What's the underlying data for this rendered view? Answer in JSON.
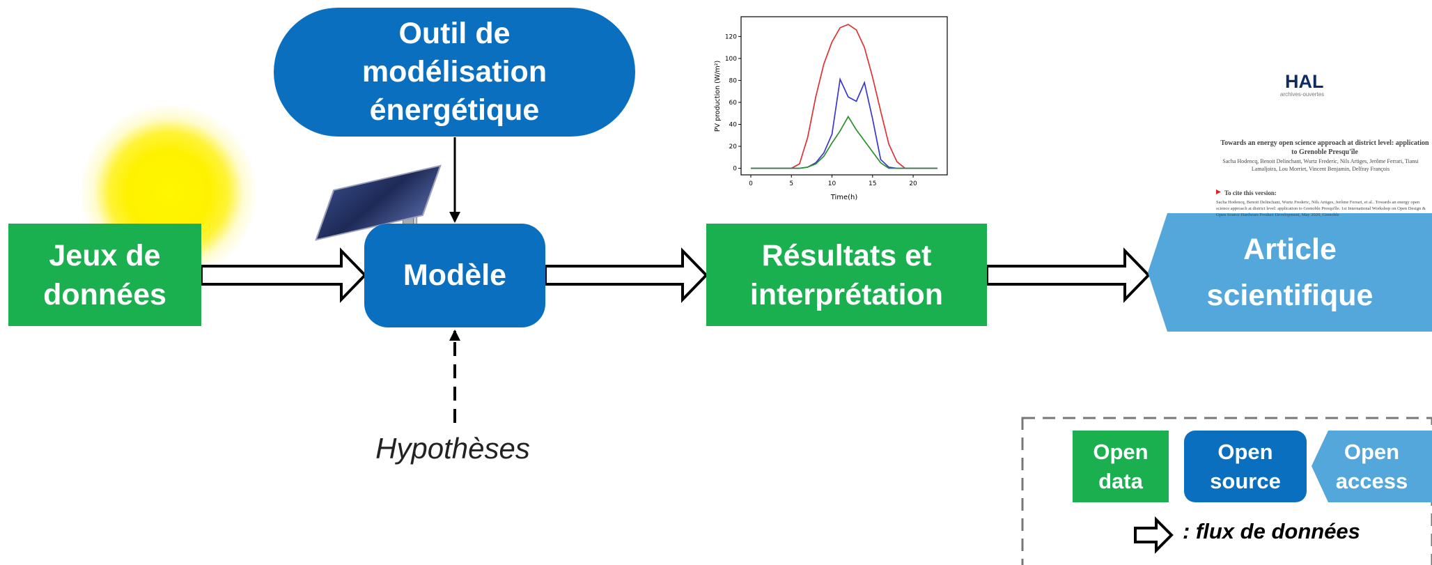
{
  "nodes": {
    "datasets": "Jeux de\ndonnées",
    "tool": "Outil de\nmodélisation\nénergétique",
    "model": "Modèle",
    "results": "Résultats et\ninterprétation",
    "article": "Article\nscientifique"
  },
  "assumptions_label": "Hypothèses",
  "chart_data": {
    "type": "line",
    "ylabel": "PV production (W/m²)",
    "xlabel": "Time(h)",
    "x": [
      0,
      1,
      2,
      3,
      4,
      5,
      6,
      7,
      8,
      9,
      10,
      11,
      12,
      13,
      14,
      15,
      16,
      17,
      18,
      19,
      20,
      21,
      22,
      23
    ],
    "x_ticks": [
      0,
      5,
      10,
      15,
      20
    ],
    "y_ticks": [
      0,
      20,
      40,
      60,
      80,
      100,
      120
    ],
    "xlim": [
      -1.2,
      24.2
    ],
    "ylim": [
      -6,
      138
    ],
    "series": [
      {
        "color": "#e03030",
        "values": [
          0,
          0,
          0,
          0,
          0,
          0,
          4,
          28,
          65,
          95,
          115,
          128,
          131,
          126,
          110,
          83,
          52,
          22,
          6,
          0,
          0,
          0,
          0,
          0
        ]
      },
      {
        "color": "#3636d2",
        "values": [
          0,
          0,
          0,
          0,
          0,
          0,
          0,
          1,
          5,
          14,
          31,
          81,
          65,
          61,
          78,
          45,
          8,
          1,
          0,
          0,
          0,
          0,
          0,
          0
        ]
      },
      {
        "color": "#289028",
        "values": [
          0,
          0,
          0,
          0,
          0,
          0,
          0,
          1,
          4,
          11,
          23,
          34,
          47,
          35,
          25,
          15,
          5,
          0,
          0,
          0,
          0,
          0,
          0,
          0
        ]
      }
    ]
  },
  "paper": {
    "logo": "HAL",
    "logo_sub": "archives-ouvertes",
    "title": "Towards an energy open science approach at district level: application to Grenoble Presqu'île",
    "authors": "Sacha Hodencq, Benoit Delinchant, Wurtz Frederic, Nils Artiges, Jerôme Ferrari, Tiansi Lamaljoira, Lou Morriet, Vincent Benjamin, Delfray François",
    "cite_heading": "To cite this version:",
    "cite_text": "Sacha Hodencq, Benoit Delinchant, Wurtz Frederic, Nils Artiges, Jerôme Ferrari, et al.. Towards an energy open science approach at district level: application to Grenoble Presqu'île. 1st International Workshop on Open Design & Open Source Hardware Product Development, May 2020, Grenoble"
  },
  "legend": {
    "open_data": "Open\ndata",
    "open_source": "Open\nsource",
    "open_access": "Open\naccess",
    "flux": ": flux de données"
  },
  "colors": {
    "open_data_green": "#1aaf4f",
    "open_source_blue": "#0b6fc0",
    "open_access_light_blue": "#53a7db",
    "sun_yellow": "#fff200"
  }
}
